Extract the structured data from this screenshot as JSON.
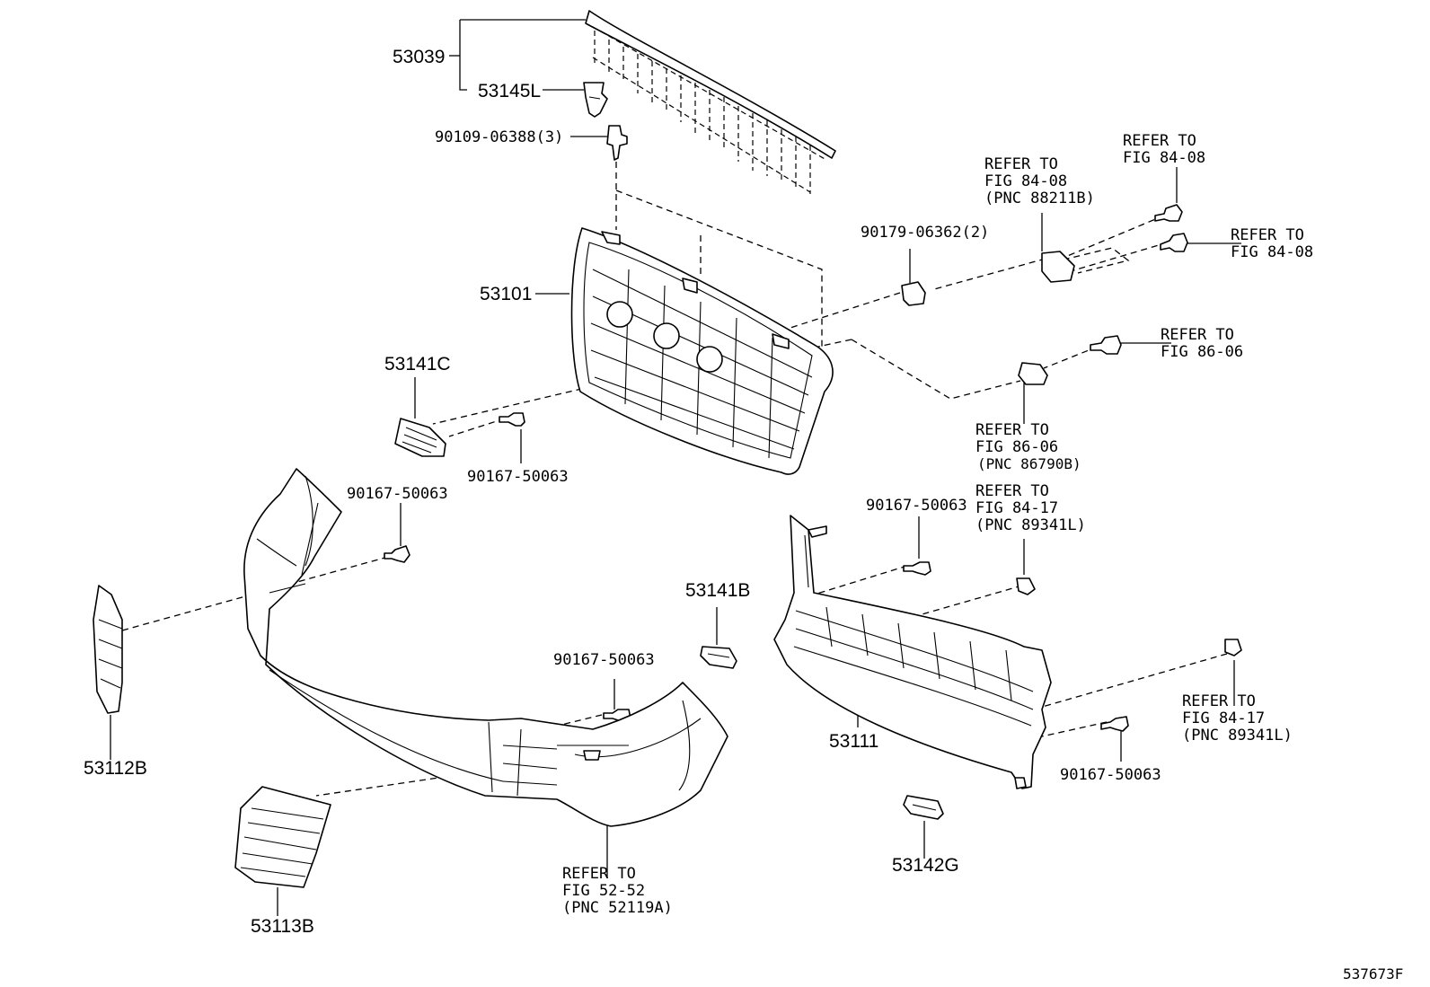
{
  "diagram": {
    "figure_id": "537673F",
    "labels": {
      "p53039": "53039",
      "p53145L": "53145L",
      "p90109": "90109-06388(3)",
      "p53101": "53101",
      "p53141C": "53141C",
      "p90167_a": "90167-50063",
      "p90167_b": "90167-50063",
      "p90167_c": "90167-50063",
      "p90167_d": "90167-50063",
      "p90167_e": "90167-50063",
      "p90179": "90179-06362(2)",
      "p53112B": "53112B",
      "p53113B": "53113B",
      "p53141B": "53141B",
      "p53111": "53111",
      "p53142G": "53142G"
    },
    "refers": {
      "r1": [
        "REFER TO",
        "FIG 84-08",
        "(PNC 88211B)"
      ],
      "r2": [
        "REFER TO",
        "FIG 84-08"
      ],
      "r3": [
        "REFER TO",
        "FIG 84-08"
      ],
      "r4": [
        "REFER TO",
        "FIG 86-06"
      ],
      "r5": [
        "REFER TO",
        "FIG 86-06",
        "(PNC 86790B)"
      ],
      "r6": [
        "REFER TO",
        "FIG 84-17",
        "(PNC 89341L)"
      ],
      "r7": [
        "REFER TO",
        "FIG 84-17",
        "(PNC 89341L)"
      ],
      "r8": [
        "REFER TO",
        "FIG 52-52",
        "(PNC 52119A)"
      ]
    }
  }
}
